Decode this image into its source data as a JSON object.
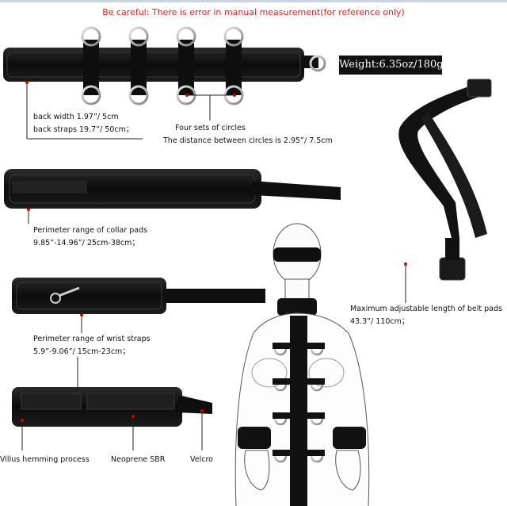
{
  "warning": "Be careful: There is error in manual measurement(for reference only)",
  "weight": "Weight:6.35oz/180g",
  "back": {
    "line1": "back width 1.97”/ 5cm",
    "line2": "back straps 19.7”/ 50cm；"
  },
  "circles": {
    "line1": "Four sets of circles",
    "line2": "The distance between circles is 2.95”/ 7.5cm"
  },
  "collar": {
    "line1": "Perimeter range of collar pads",
    "line2": "9.85”-14.96”/ 25cm-38cm；"
  },
  "wrist": {
    "line1": "Perimeter range of wrist straps",
    "line2": "5.9”-9.06”/ 15cm-23cm；"
  },
  "belt": {
    "line1": "Maximum adjustable length of belt pads",
    "line2": "43.3”/ 110cm；"
  },
  "materials": {
    "hemming": "Villus hemming process",
    "neoprene": "Neoprene SBR",
    "velcro": "Velcro"
  },
  "colors": {
    "warning": "#e02020",
    "strap": "#111111",
    "ring": "#bfbfbf",
    "accent_dot": "#d40000"
  }
}
